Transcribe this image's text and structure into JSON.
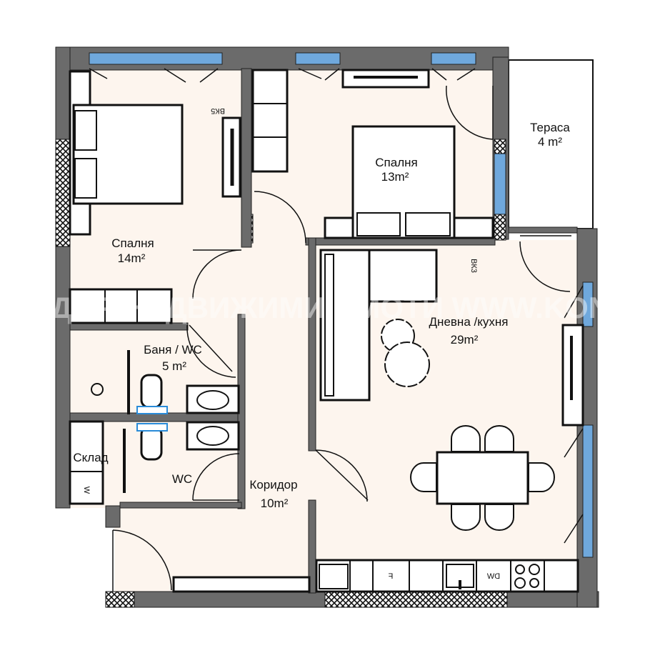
{
  "plan": {
    "rooms": {
      "bedroom_large": {
        "name": "Спалня",
        "area": "14m²"
      },
      "bedroom_small": {
        "name": "Спалня",
        "area": "13m²"
      },
      "terrace": {
        "name": "Тераса",
        "area": "4 m²"
      },
      "living_kitchen": {
        "name": "Дневна /кухня",
        "area": "29m²"
      },
      "bathroom": {
        "name": "Баня / WC",
        "area": "5 m²"
      },
      "storage": {
        "name": "Склад"
      },
      "wc": {
        "name": "WC"
      },
      "corridor": {
        "name": "Коридор",
        "area": "10m²"
      }
    },
    "appliances": {
      "fridge": "F",
      "dishwasher": "DW",
      "washer": "W"
    },
    "tags": {
      "vk5": "ВК5",
      "vk3": "ВК3"
    },
    "watermark": "КОНДОР НЕДВИЖИМИ ИМОТИ WWW.KONDOR"
  },
  "colors": {
    "floor": "#fdf5ee",
    "wall": "#6b6b6b",
    "window": "#6fa8dc",
    "furniture": "#ffffff"
  }
}
